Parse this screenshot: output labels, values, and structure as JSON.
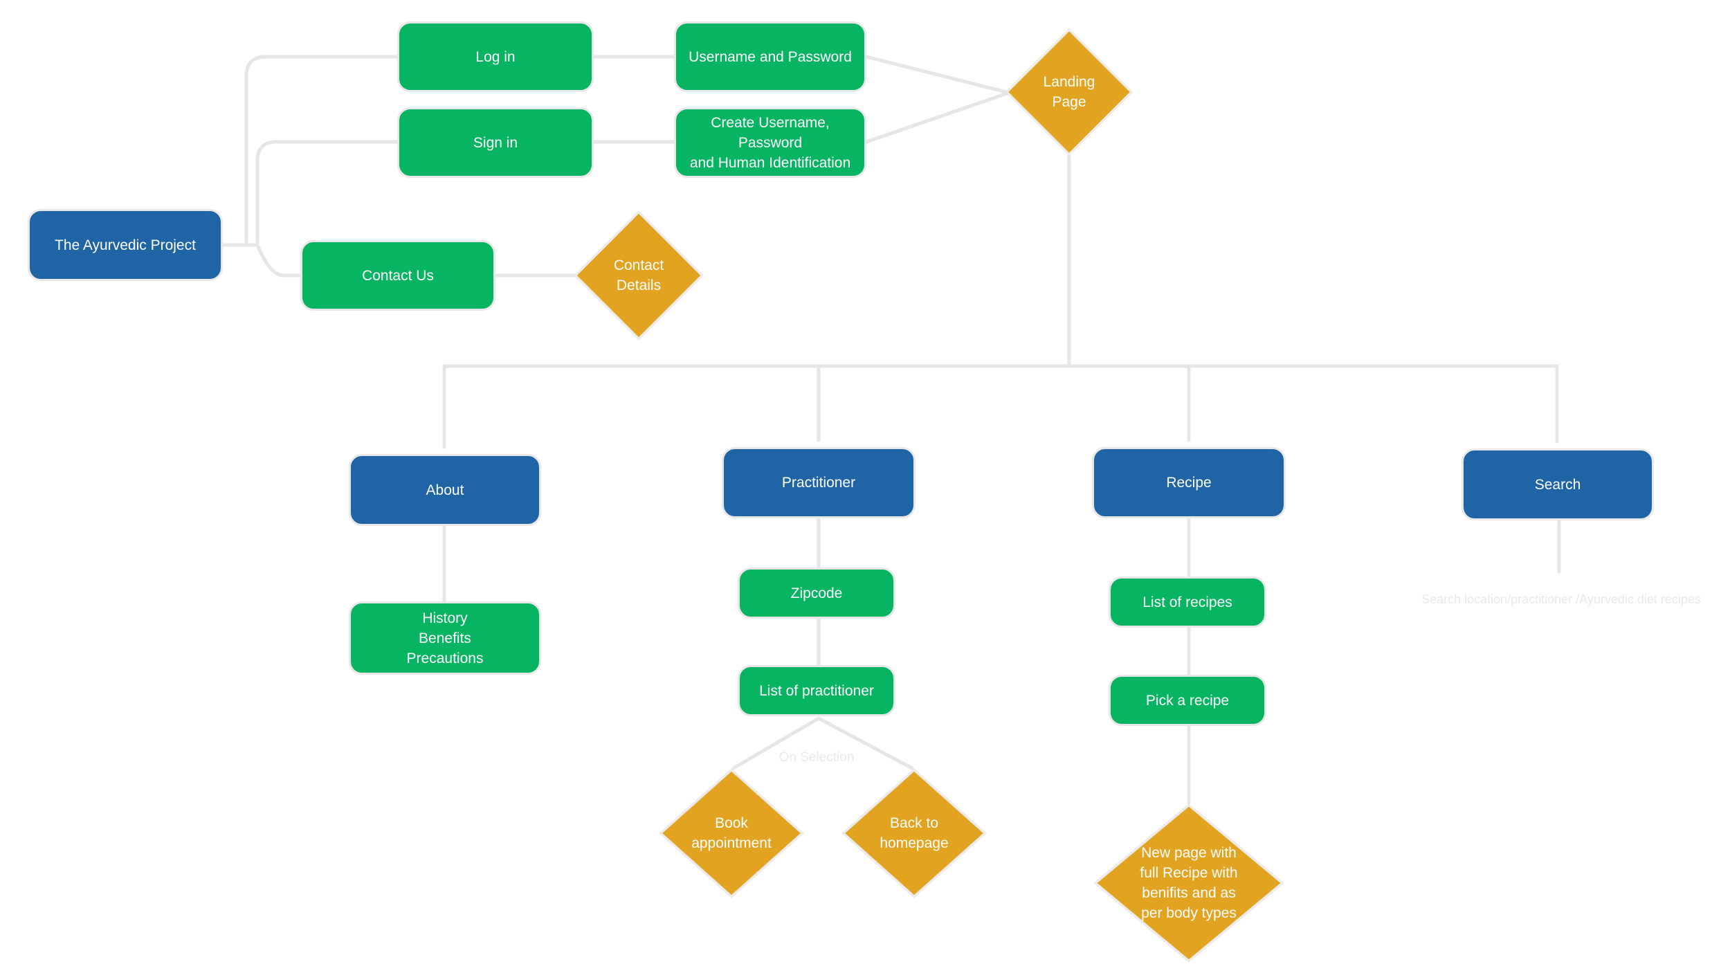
{
  "colors": {
    "blue": "#1f65a5",
    "green": "#07b462",
    "gold": "#e2a320",
    "connector": "#e6e6e6"
  },
  "nodes": {
    "project": "The Ayurvedic Project",
    "login": "Log in",
    "signin": "Sign in",
    "contact_us": "Contact Us",
    "username_password": "Username and Password",
    "create_account": "Create Username, Password\nand Human Identification",
    "landing_page": "Landing\nPage",
    "contact_details": "Contact\nDetails",
    "about": "About",
    "practitioner": "Practitioner",
    "recipe": "Recipe",
    "search": "Search",
    "about_info": "History\nBenefits\nPrecautions",
    "zipcode": "Zipcode",
    "list_practitioner": "List of practitioner",
    "list_recipes": "List of recipes",
    "pick_recipe": "Pick a recipe",
    "book_appointment": "Book\nappointment",
    "back_homepage": "Back to\nhomepage",
    "new_page_recipe": "New page with\nfull Recipe with\nbenifits and as\nper body types"
  },
  "edge_labels": {
    "on_selection": "On Selection",
    "search_options": "Search location/practitioner /Ayurvedic diet recipes"
  }
}
